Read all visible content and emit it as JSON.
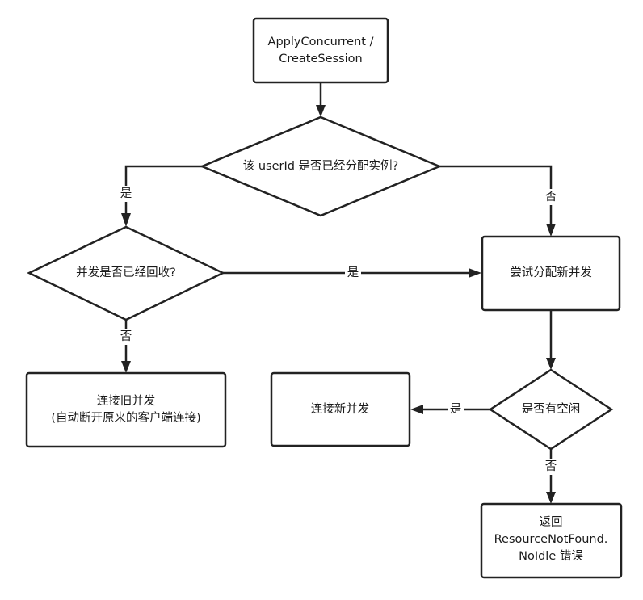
{
  "nodes": {
    "start": {
      "lines": [
        "ApplyConcurrent /",
        "CreateSession"
      ]
    },
    "decision_allocated": {
      "lines": [
        "该 userId 是否已经分配实例?"
      ]
    },
    "decision_reclaimed": {
      "lines": [
        "并发是否已经回收?"
      ]
    },
    "try_allocate": {
      "lines": [
        "尝试分配新并发"
      ]
    },
    "connect_old": {
      "lines": [
        "连接旧并发",
        "(自动断开原来的客户端连接)"
      ]
    },
    "connect_new": {
      "lines": [
        "连接新并发"
      ]
    },
    "decision_idle": {
      "lines": [
        "是否有空闲"
      ]
    },
    "return_error": {
      "lines": [
        "返回",
        "ResourceNotFound.",
        "NoIdle 错误"
      ]
    }
  },
  "edges": {
    "allocated_yes": "是",
    "allocated_no": "否",
    "reclaimed_yes": "是",
    "reclaimed_no": "否",
    "idle_yes": "是",
    "idle_no": "否"
  }
}
